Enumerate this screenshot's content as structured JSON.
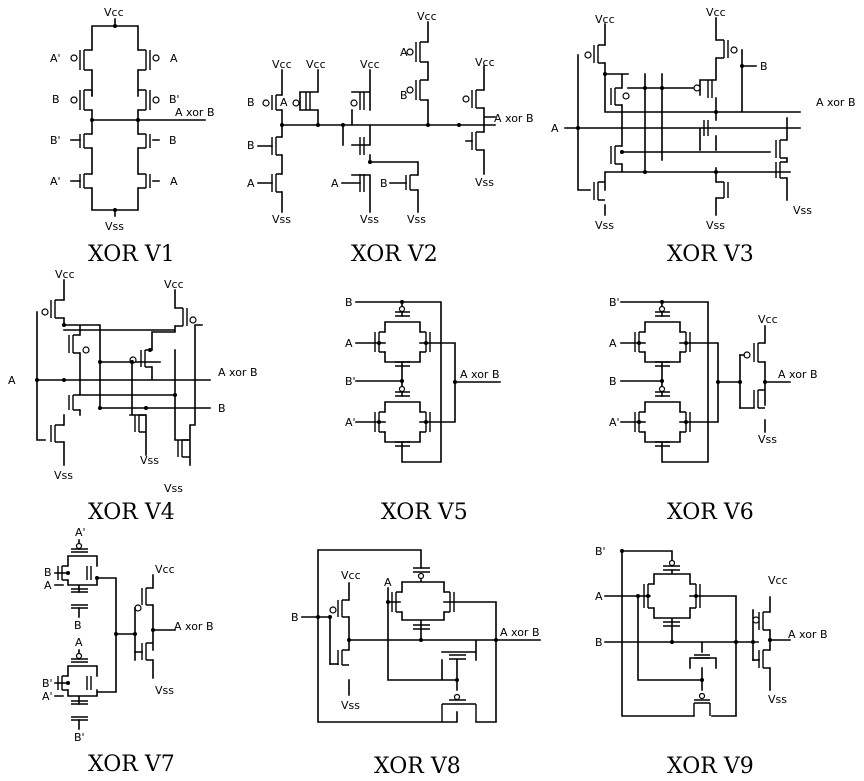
{
  "labels": {
    "vcc": "Vcc",
    "vss": "Vss",
    "a": "A",
    "a_n": "A'",
    "b": "B",
    "b_n": "B'",
    "out": "A xor B"
  },
  "captions": [
    "XOR V1",
    "XOR V2",
    "XOR V3",
    "XOR V4",
    "XOR V5",
    "XOR V6",
    "XOR V7",
    "XOR V8",
    "XOR V9"
  ]
}
